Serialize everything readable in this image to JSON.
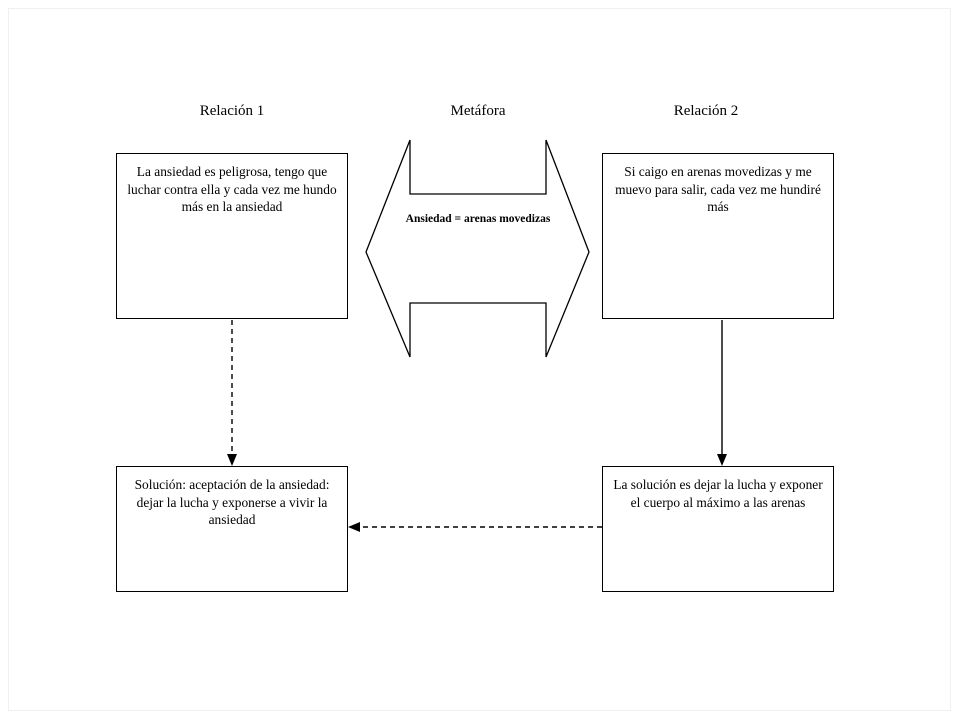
{
  "diagram": {
    "title_columns": [
      {
        "id": "relacion-1",
        "label": "Relación 1"
      },
      {
        "id": "metafora",
        "label": "Metáfora"
      },
      {
        "id": "relacion-2",
        "label": "Relación 2"
      }
    ],
    "boxes": [
      {
        "id": "anxiety-problem",
        "column": "relacion-1",
        "text": "La ansiedad es peligrosa, tengo que luchar contra ella y  cada vez me hundo más en la ansiedad"
      },
      {
        "id": "quicksand-problem",
        "column": "relacion-2",
        "text": "Si caigo en arenas movedizas y me muevo para salir, cada vez me hundiré más"
      },
      {
        "id": "anxiety-solution",
        "column": "relacion-1",
        "text": "Solución: aceptación de la ansiedad: dejar la lucha y exponerse a vivir la ansiedad"
      },
      {
        "id": "quicksand-solution",
        "column": "relacion-2",
        "text": "La solución es dejar la lucha y exponer el cuerpo al máximo a las arenas"
      }
    ],
    "metaphor_shape": {
      "id": "double-arrow",
      "label": "Ansiedad = arenas movedizas"
    },
    "connectors": [
      {
        "id": "anxiety-problem-to-solution",
        "style": "dashed",
        "direction": "down"
      },
      {
        "id": "quicksand-problem-to-solution",
        "style": "solid",
        "direction": "down"
      },
      {
        "id": "quicksand-solution-to-anxiety-solution",
        "style": "dashed",
        "direction": "left"
      }
    ],
    "colors": {
      "stroke": "#000000",
      "background": "#ffffff",
      "text": "#000000"
    }
  }
}
